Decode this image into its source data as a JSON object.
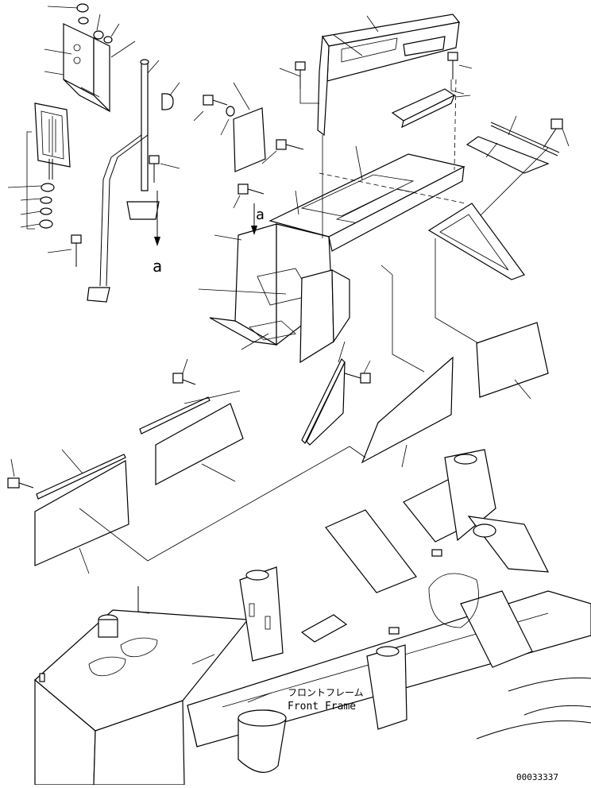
{
  "view_marker": "a",
  "frame_label_jp": "フロントフレーム",
  "frame_label_en": "Front Frame",
  "drawing_number": "00033337",
  "colors": {
    "ink": "#000000",
    "paper": "#ffffff"
  }
}
